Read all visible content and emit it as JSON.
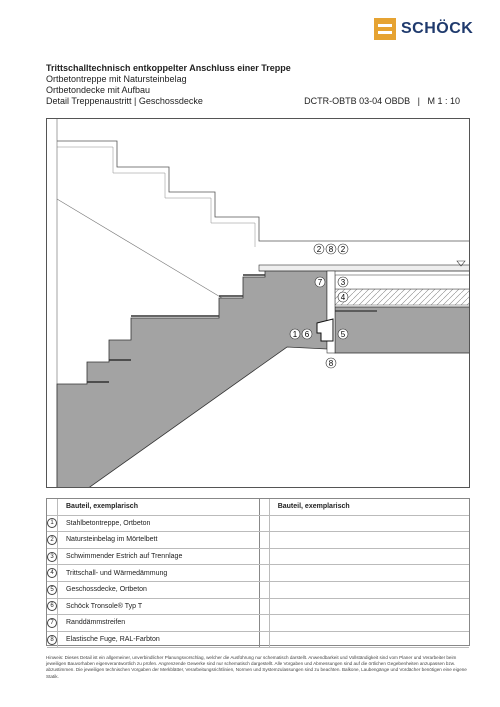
{
  "brand": {
    "name": "SCHÖCK"
  },
  "title": {
    "line1": "Trittschalltechnisch entkoppelter Anschluss einer Treppe",
    "line2": "Ortbetontreppe mit Natursteinbelag",
    "line3": "Ortbetondecke mit Aufbau",
    "line4": "Detail Treppenaustritt | Geschossdecke"
  },
  "code": "DCTR-OBTB 03-04 OBDB   |   M 1 : 10",
  "labels": [
    "1",
    "2",
    "3",
    "4",
    "5",
    "6",
    "7",
    "8"
  ],
  "legend": {
    "header_left": "Bauteil, exemplarisch",
    "header_right": "Bauteil, exemplarisch",
    "items": [
      {
        "n": "1",
        "text": "Stahlbetontreppe, Ortbeton"
      },
      {
        "n": "2",
        "text": "Natursteinbelag im Mörtelbett"
      },
      {
        "n": "3",
        "text": "Schwimmender Estrich auf Trennlage"
      },
      {
        "n": "4",
        "text": "Trittschall- und Wärmedämmung"
      },
      {
        "n": "5",
        "text": "Geschossdecke, Ortbeton"
      },
      {
        "n": "6",
        "text": "Schöck Tronsole® Typ T"
      },
      {
        "n": "7",
        "text": "Randdämmstreifen"
      },
      {
        "n": "8",
        "text": "Elastische Fuge, RAL-Farbton"
      }
    ]
  },
  "footnote": "Hinweis: Dieses Detail ist ein allgemeiner, unverbindlicher Planungsvorschlag, welcher die Ausführung nur schematisch darstellt. Anwendbarkeit und Vollständigkeit sind vom Planer und Verarbeiter beim jeweiligen Bauvorhaben eigenverantwortlich zu prüfen. Angrenzende Gewerke sind nur schematisch dargestellt. Alle Vorgaben und Abmessungen sind auf die örtlichen Gegebenheiten anzupassen bzw. abzustimmen. Die jeweiligen technischen Vorgaben der Merkblätter, Verarbeitungsrichtlinien, Normen und Systemzulassungen sind zu beachten. Balkone, Laubengänge und Vordächer benötigen eine eigene Statik."
}
